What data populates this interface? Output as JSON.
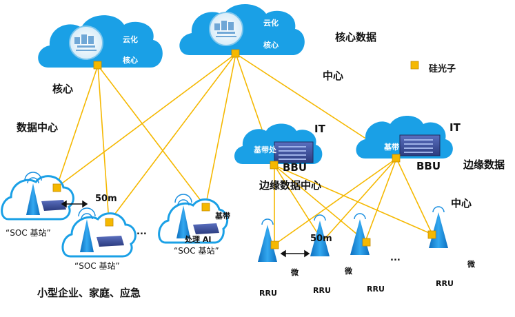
{
  "legend": {
    "chip_label": "硅光子"
  },
  "clouds": {
    "core_cloud_label_1": "云化",
    "core_cloud_label_2": "核心",
    "core_cloud_b_label_1": "云化",
    "core_cloud_b_label_2": "核心",
    "edge_left_label": "基带处",
    "edge_right_label": "基带"
  },
  "labels": {
    "core_dc_title_1": "核心数据",
    "core_dc_title_2": "中心",
    "left_core_1": "核心",
    "left_core_2": "数据中心",
    "it_left": "IT",
    "it_right": "IT",
    "bbu_left": "BBU",
    "bbu_right": "BBU",
    "edge_dc_right_1": "边缘数据",
    "edge_dc_right_2": "中心",
    "edge_dc_center": "边缘数据中心",
    "distance_left": "50m",
    "distance_right": "50m",
    "ellipsis_left": "...",
    "ellipsis_right": "...",
    "baseband_small": "基带",
    "ai_processing": "处理 AI",
    "soc_1": "“SOC 基站”",
    "soc_2": "“SOC 基站”",
    "soc_3": "“SOC 基站”",
    "micro_1": "微",
    "micro_2": "微",
    "micro_3": "微",
    "rru_1": "RRU",
    "rru_2": "RRU",
    "rru_3": "RRU",
    "rru_4": "RRU",
    "bottom_caption": "小型企业、家庭、应急"
  },
  "colors": {
    "cloud": "#1aa0e6",
    "cloud_light": "#59c2f3",
    "link": "#f5b800",
    "chip": "#f5b800",
    "server": "#3a4f9a",
    "tower": "#1a8fe0"
  }
}
